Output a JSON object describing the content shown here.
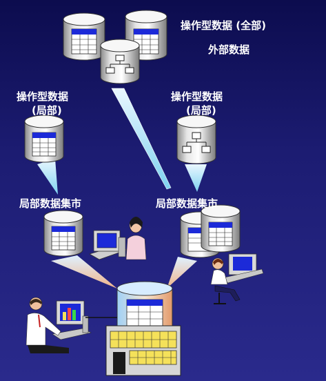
{
  "labels": {
    "operational_full": "操作型数据 (全部)",
    "external_data": "外部数据",
    "operational_local_left_line1": "操作型数据",
    "operational_local_left_line2": "(局部)",
    "operational_local_right_line1": "操作型数据",
    "operational_local_right_line2": "(局部)",
    "datamart_left": "局部数据集市",
    "datamart_right": "局部数据集市"
  },
  "colors": {
    "background": "#16166a",
    "cylinder_fill": "#e8e8e8",
    "table_header": "#1c2ad8",
    "flow_beam": "#c6ecfa",
    "warehouse_top": "#cfe6ff",
    "building_window": "#f5e15a"
  },
  "icons": [
    "database-cylinder-icon",
    "table-grid-icon",
    "hierarchy-icon",
    "workstation-icon",
    "person-icon",
    "bar-chart-monitor-icon",
    "warehouse-building-icon"
  ]
}
